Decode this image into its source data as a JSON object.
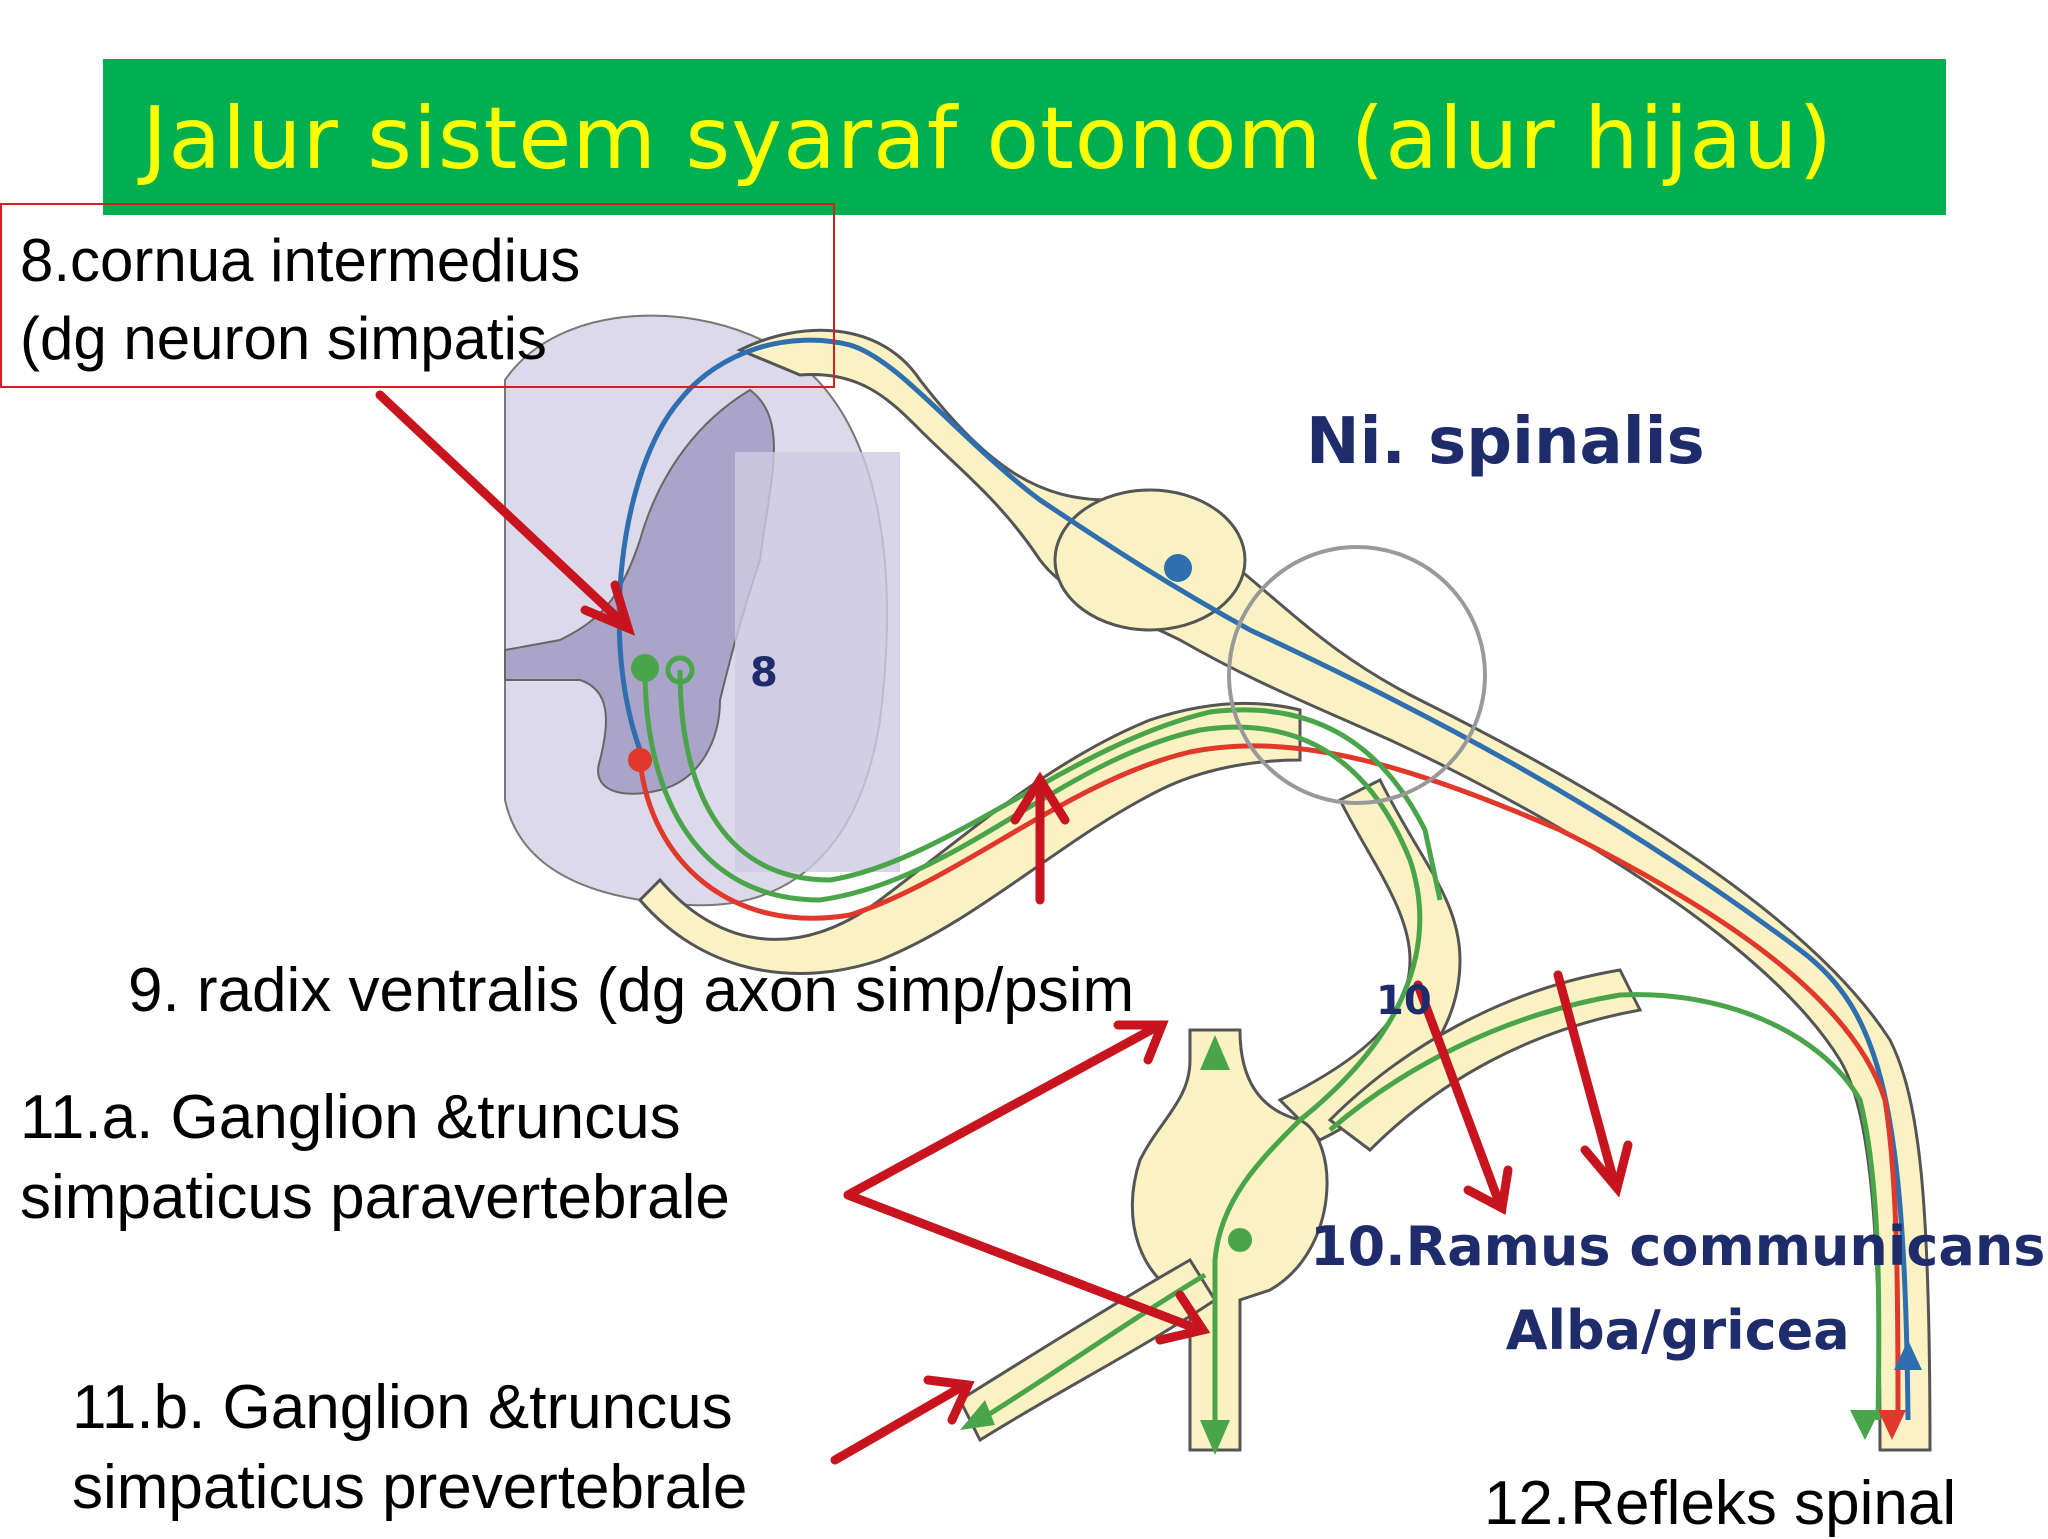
{
  "title": "Jalur sistem syaraf otonom (alur hijau)",
  "labels": {
    "cornua_line1": "8.cornua intermedius",
    "cornua_line2": "(dg neuron simpatis",
    "radix": "9. radix ventralis (dg axon  simp/psim",
    "ganglion_a_line1": "11.a. Ganglion &truncus",
    "ganglion_a_line2": "simpaticus paravertebrale",
    "ganglion_b_line1": "11.b. Ganglion &truncus",
    "ganglion_b_line2": "simpaticus prevertebrale",
    "refleks": "12.Refleks spinal",
    "ni_spinalis": "Ni. spinalis",
    "ramus_line1": "10.Ramus  communicans",
    "ramus_line2": "Alba/gricea",
    "small_8": "8",
    "small_10": "10"
  },
  "colors": {
    "banner": "#00b050",
    "title_text": "#ffff00",
    "nerve_fill": "#fbf2c4",
    "nerve_outline": "#555555",
    "spinal_cord": "#dcd9ea",
    "grey_matter": "#a9a4c8",
    "blue_fiber": "#2f6fb0",
    "green_fiber": "#4aa54a",
    "red_fiber": "#e0392b",
    "arrow": "#c8141e",
    "label_blue": "#1f2c6b"
  }
}
